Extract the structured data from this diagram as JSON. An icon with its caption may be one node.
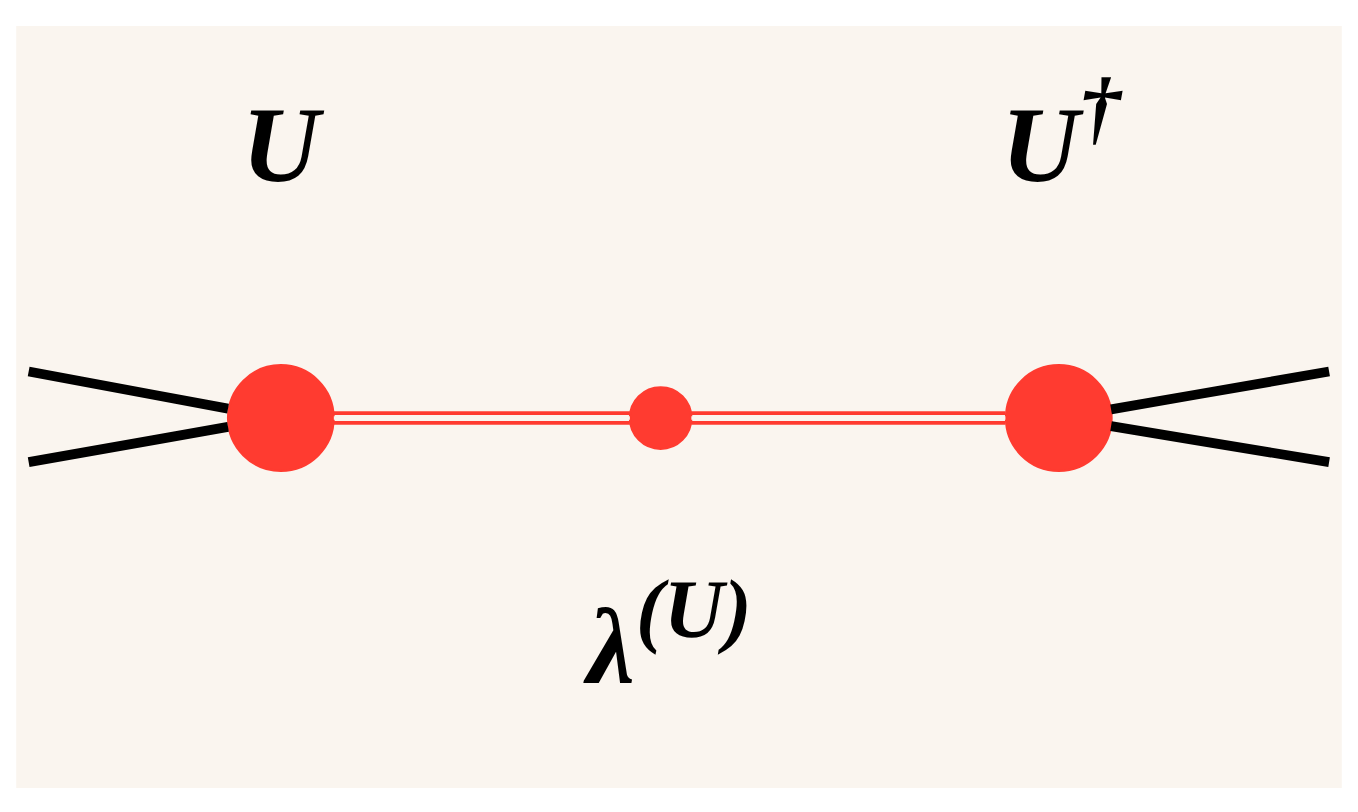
{
  "diagram": {
    "nodes": [
      {
        "text": [],
        "shape": "circle",
        "beside": [
          "U"
        ]
      },
      {
        "text": [],
        "shape": "circle",
        "beside": [
          "λ$^{(U)}$"
        ]
      },
      {
        "text": [],
        "shape": "circle",
        "beside": [
          "U$^{†}$"
        ]
      }
    ],
    "edges": [
      {
        "from": null,
        "to": 0,
        "arrow": "none"
      },
      {
        "from": null,
        "to": 0,
        "arrow": "none"
      },
      {
        "from": 0,
        "to": 1,
        "arrow": "none",
        "color": "#ff3b30"
      },
      {
        "from": 1,
        "to": 2,
        "arrow": "none",
        "color": "#ff3b30"
      },
      {
        "from": 2,
        "to": null,
        "arrow": "none"
      },
      {
        "from": 2,
        "to": null,
        "arrow": "none"
      }
    ]
  }
}
